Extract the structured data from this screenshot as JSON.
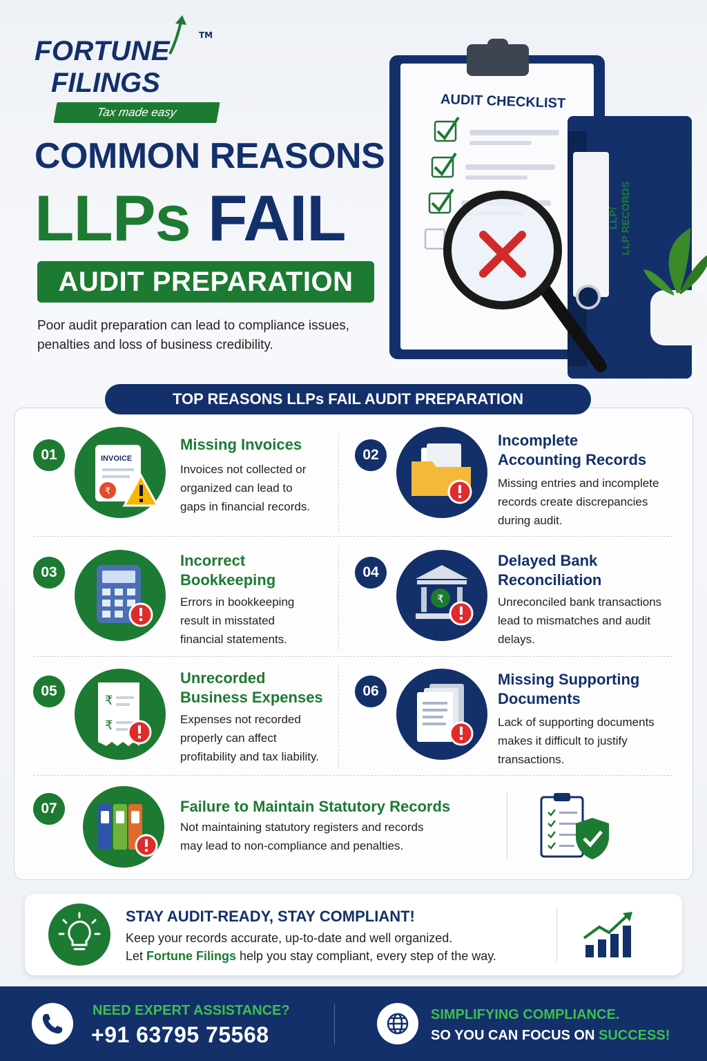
{
  "brand": {
    "name_line1": "FORTUNE",
    "name_line2": "FILINGS",
    "trademark": "TM",
    "tagline": "Tax made easy"
  },
  "hero": {
    "heading1": "COMMON REASONS",
    "heading2_green": "LLPs",
    "heading2_blue": "FAIL",
    "heading3": "AUDIT PREPARATION",
    "intro_line1": "Poor audit preparation can lead to compliance issues,",
    "intro_line2": "penalties and loss of business credibility."
  },
  "illustration": {
    "clipboard_title": "AUDIT CHECKLIST",
    "binder_label_line1": "LLP/",
    "binder_label_line2": "LLP RECORDS"
  },
  "reasons_banner": "TOP REASONS LLPs FAIL AUDIT PREPARATION",
  "reasons": [
    {
      "number": "01",
      "title_line1": "Missing Invoices",
      "title_line2": "",
      "desc": [
        "Invoices not collected or",
        "organized can lead to",
        "gaps in financial records."
      ],
      "icon": "invoice-icon",
      "icon_text": "INVOICE"
    },
    {
      "number": "02",
      "title_line1": "Incomplete",
      "title_line2": "Accounting Records",
      "desc": [
        "Missing entries and incomplete",
        "records create discrepancies",
        "during audit."
      ],
      "icon": "folder-icon"
    },
    {
      "number": "03",
      "title_line1": "Incorrect",
      "title_line2": "Bookkeeping",
      "desc": [
        "Errors in bookkeeping",
        "result in misstated",
        "financial statements."
      ],
      "icon": "calculator-icon"
    },
    {
      "number": "04",
      "title_line1": "Delayed Bank",
      "title_line2": "Reconciliation",
      "desc": [
        "Unreconciled bank transactions",
        "lead to mismatches and audit",
        "delays."
      ],
      "icon": "bank-icon"
    },
    {
      "number": "05",
      "title_line1": "Unrecorded",
      "title_line2": "Business Expenses",
      "desc": [
        "Expenses not recorded",
        "properly can affect",
        "profitability and tax liability."
      ],
      "icon": "receipt-icon"
    },
    {
      "number": "06",
      "title_line1": "Missing Supporting",
      "title_line2": "Documents",
      "desc": [
        "Lack of supporting documents",
        "makes it difficult to justify",
        "transactions."
      ],
      "icon": "documents-icon"
    },
    {
      "number": "07",
      "title_line1": "Failure to Maintain Statutory Records",
      "title_line2": "",
      "desc": [
        "Not maintaining statutory registers and records",
        "may lead to non-compliance and penalties."
      ],
      "icon": "binders-icon"
    }
  ],
  "cta": {
    "title": "STAY AUDIT-READY, STAY COMPLIANT!",
    "line1": "Keep your records accurate, up-to-date and well organized.",
    "line2_prefix": "Let ",
    "line2_brand": "Fortune Filings",
    "line2_suffix": " help you stay compliant, every step of the way."
  },
  "footer": {
    "need_label": "NEED EXPERT ASSISTANCE?",
    "phone": "+91 63795 75568",
    "slogan_line1": "SIMPLIFYING COMPLIANCE.",
    "slogan_line2_prefix": "SO YOU CAN FOCUS ON ",
    "slogan_line2_highlight": "SUCCESS!"
  },
  "colors": {
    "brand_green": "#1d7a32",
    "brand_navy": "#13306b",
    "alert_red": "#e02b2b",
    "accent_green": "#3fbf4e"
  }
}
